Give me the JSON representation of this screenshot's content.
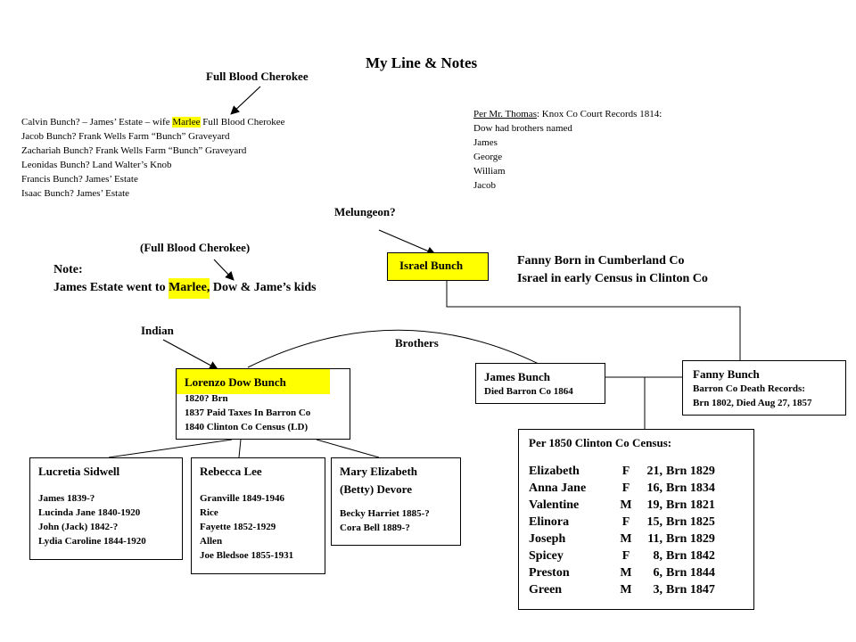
{
  "title": "My Line & Notes",
  "full_blood_cherokee_label": "Full Blood Cherokee",
  "calvin_line": {
    "before": "Calvin Bunch? – James’ Estate – wife ",
    "highlight": "Marlee",
    "after": " Full Blood Cherokee"
  },
  "possible_relatives": [
    "Jacob Bunch?  Frank Wells Farm “Bunch” Graveyard",
    "Zachariah Bunch? Frank Wells Farm “Bunch” Graveyard",
    "Leonidas Bunch?  Land Walter’s Knob",
    "Francis Bunch? James’ Estate",
    "Isaac Bunch? James’ Estate"
  ],
  "thomas_note": {
    "label": "Per Mr. Thomas",
    "text": ": Knox Co Court Records 1814:",
    "lines": [
      "Dow had brothers named",
      "James",
      "George",
      "William",
      "Jacob"
    ]
  },
  "melungeon_label": "Melungeon?",
  "full_blood_cherokee_paren": "(Full Blood Cherokee)",
  "note": {
    "label": "Note:",
    "before": "James Estate went to ",
    "highlight": "Marlee,",
    "after": " Dow & Jame’s kids"
  },
  "israel": {
    "name": "Israel Bunch"
  },
  "fanny_notes": [
    "Fanny Born in Cumberland Co",
    "Israel in early Census in Clinton Co"
  ],
  "indian_label": "Indian",
  "brothers_label": "Brothers",
  "lorenzo": {
    "name": "Lorenzo Dow Bunch",
    "details": [
      "1820? Brn",
      "1837 Paid Taxes In Barron Co",
      "1840 Clinton Co Census  (LD)"
    ]
  },
  "james": {
    "name": "James Bunch",
    "detail": "Died Barron Co 1864"
  },
  "fanny": {
    "name": "Fanny Bunch",
    "details": [
      "Barron Co Death Records:",
      "Brn 1802, Died Aug 27, 1857"
    ]
  },
  "lucretia": {
    "name": "Lucretia Sidwell",
    "children": [
      "James 1839-?",
      "Lucinda Jane 1840-1920",
      "John (Jack)  1842-?",
      "Lydia Caroline  1844-1920"
    ]
  },
  "rebecca": {
    "name": "Rebecca Lee",
    "children": [
      "Granville 1849-1946",
      "Rice",
      "Fayette 1852-1929",
      "Allen",
      "Joe Bledsoe 1855-1931"
    ]
  },
  "mary": {
    "name_lines": [
      "Mary Elizabeth",
      "(Betty) Devore"
    ],
    "children": [
      "Becky Harriet 1885-?",
      "Cora Bell 1889-?"
    ]
  },
  "census": {
    "title": "Per 1850 Clinton Co Census:",
    "rows": [
      {
        "name": "Elizabeth",
        "sex": "F",
        "age": "21,",
        "born": "Brn 1829"
      },
      {
        "name": "Anna Jane",
        "sex": "F",
        "age": "16,",
        "born": "Brn 1834"
      },
      {
        "name": "Valentine",
        "sex": "M",
        "age": "19,",
        "born": "Brn  1821"
      },
      {
        "name": "Elinora",
        "sex": "F",
        "age": "15,",
        "born": "Brn 1825"
      },
      {
        "name": "Joseph",
        "sex": "M",
        "age": "11,",
        "born": "Brn 1829"
      },
      {
        "name": "Spicey",
        "sex": "F",
        "age": "8,",
        "born": "Brn  1842"
      },
      {
        "name": "Preston",
        "sex": "M",
        "age": "6,",
        "born": "Brn   1844"
      },
      {
        "name": "Green",
        "sex": "M",
        "age": "3,",
        "born": "Brn 1847"
      }
    ]
  },
  "colors": {
    "highlight": "#ffff00",
    "line": "#000000"
  }
}
